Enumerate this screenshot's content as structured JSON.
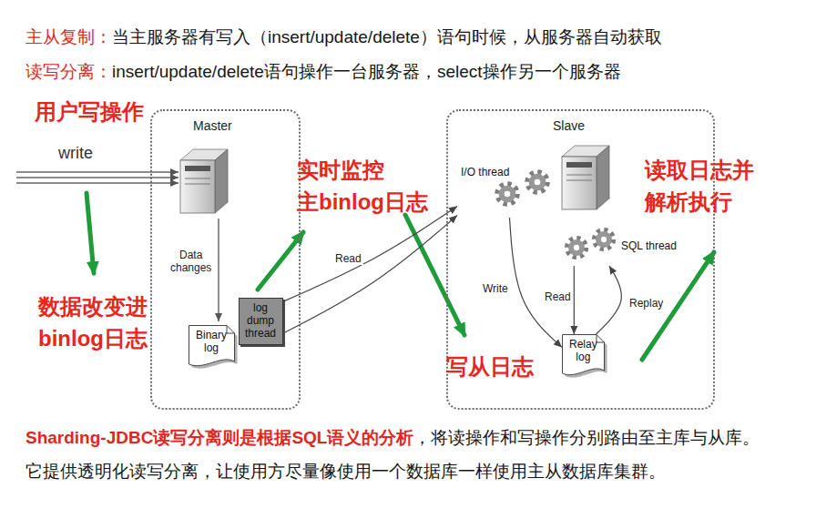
{
  "diagram": {
    "nodes": [
      {
        "text": [
          "Master"
        ]
      },
      {
        "text": [
          "Binary log"
        ],
        "in": 0
      },
      {
        "text": [
          "log dump thread"
        ],
        "in": 0
      },
      {
        "text": [
          "Slave"
        ]
      },
      {
        "text": [
          "I/O thread"
        ],
        "in": 3
      },
      {
        "text": [
          "SQL thread"
        ],
        "in": 3
      },
      {
        "text": [
          "Relay log"
        ],
        "in": 3
      }
    ],
    "edges": [
      {
        "from": 2,
        "to": 4,
        "label": "Read",
        "arrow": "to"
      },
      {
        "from": 2,
        "to": 4,
        "arrow": "to"
      },
      {
        "from": 4,
        "to": 6,
        "label": "Write",
        "arrow": "to"
      },
      {
        "from": 5,
        "to": 6,
        "label": "Read",
        "arrow": "to"
      },
      {
        "from": 6,
        "to": 5,
        "label": "Replay",
        "arrow": "to"
      }
    ],
    "labels": [
      "主从复制：",
      "当主服务器有写入（insert/update/delete）语句时候，从服务器自动获取",
      "读写分离：",
      "insert/update/delete语句操作一台服务器，select操作另一个服务器",
      "用户写操作",
      "write",
      "Data changes",
      "数据改变进 binlog日志",
      "实时监控 主binlog日志",
      "读取日志并 解析执行",
      "写从日志",
      "Sharding-JDBC读写分离则是根据SQL语义的分析",
      "，将读操作和写操作分别路由至主库与从库。",
      "它提供透明化读写分离，让使用方尽量像使用一个数据库一样使用主从数据库集群。"
    ]
  }
}
